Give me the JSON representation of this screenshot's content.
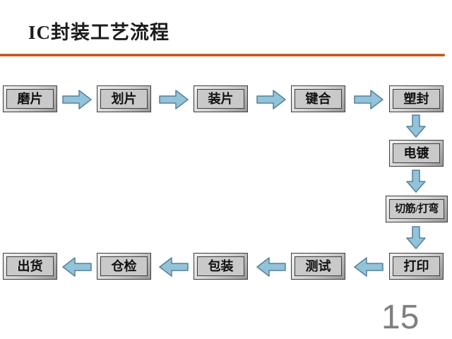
{
  "slide": {
    "title": "IC封装工艺流程",
    "page_number": "15"
  },
  "flow": {
    "top_row": [
      {
        "label": "磨片"
      },
      {
        "label": "划片"
      },
      {
        "label": "装片"
      },
      {
        "label": "键合"
      },
      {
        "label": "塑封"
      }
    ],
    "right_column": [
      {
        "label": "电镀"
      },
      {
        "label": "切筋/打弯"
      }
    ],
    "bottom_row": [
      {
        "label": "出货"
      },
      {
        "label": "仓检"
      },
      {
        "label": "包装"
      },
      {
        "label": "测试"
      },
      {
        "label": "打印"
      }
    ]
  },
  "colors": {
    "accent_line": "#a83a10",
    "arrow_fill": "#92c3d8",
    "arrow_stroke": "#56809a",
    "box_fill": "#c9c9c9",
    "box_border": "#3c3c3c",
    "page_number": "#7f7f7f"
  },
  "icons": {
    "arrow_right": "block-arrow-right",
    "arrow_left": "block-arrow-left",
    "arrow_down": "block-arrow-down"
  }
}
